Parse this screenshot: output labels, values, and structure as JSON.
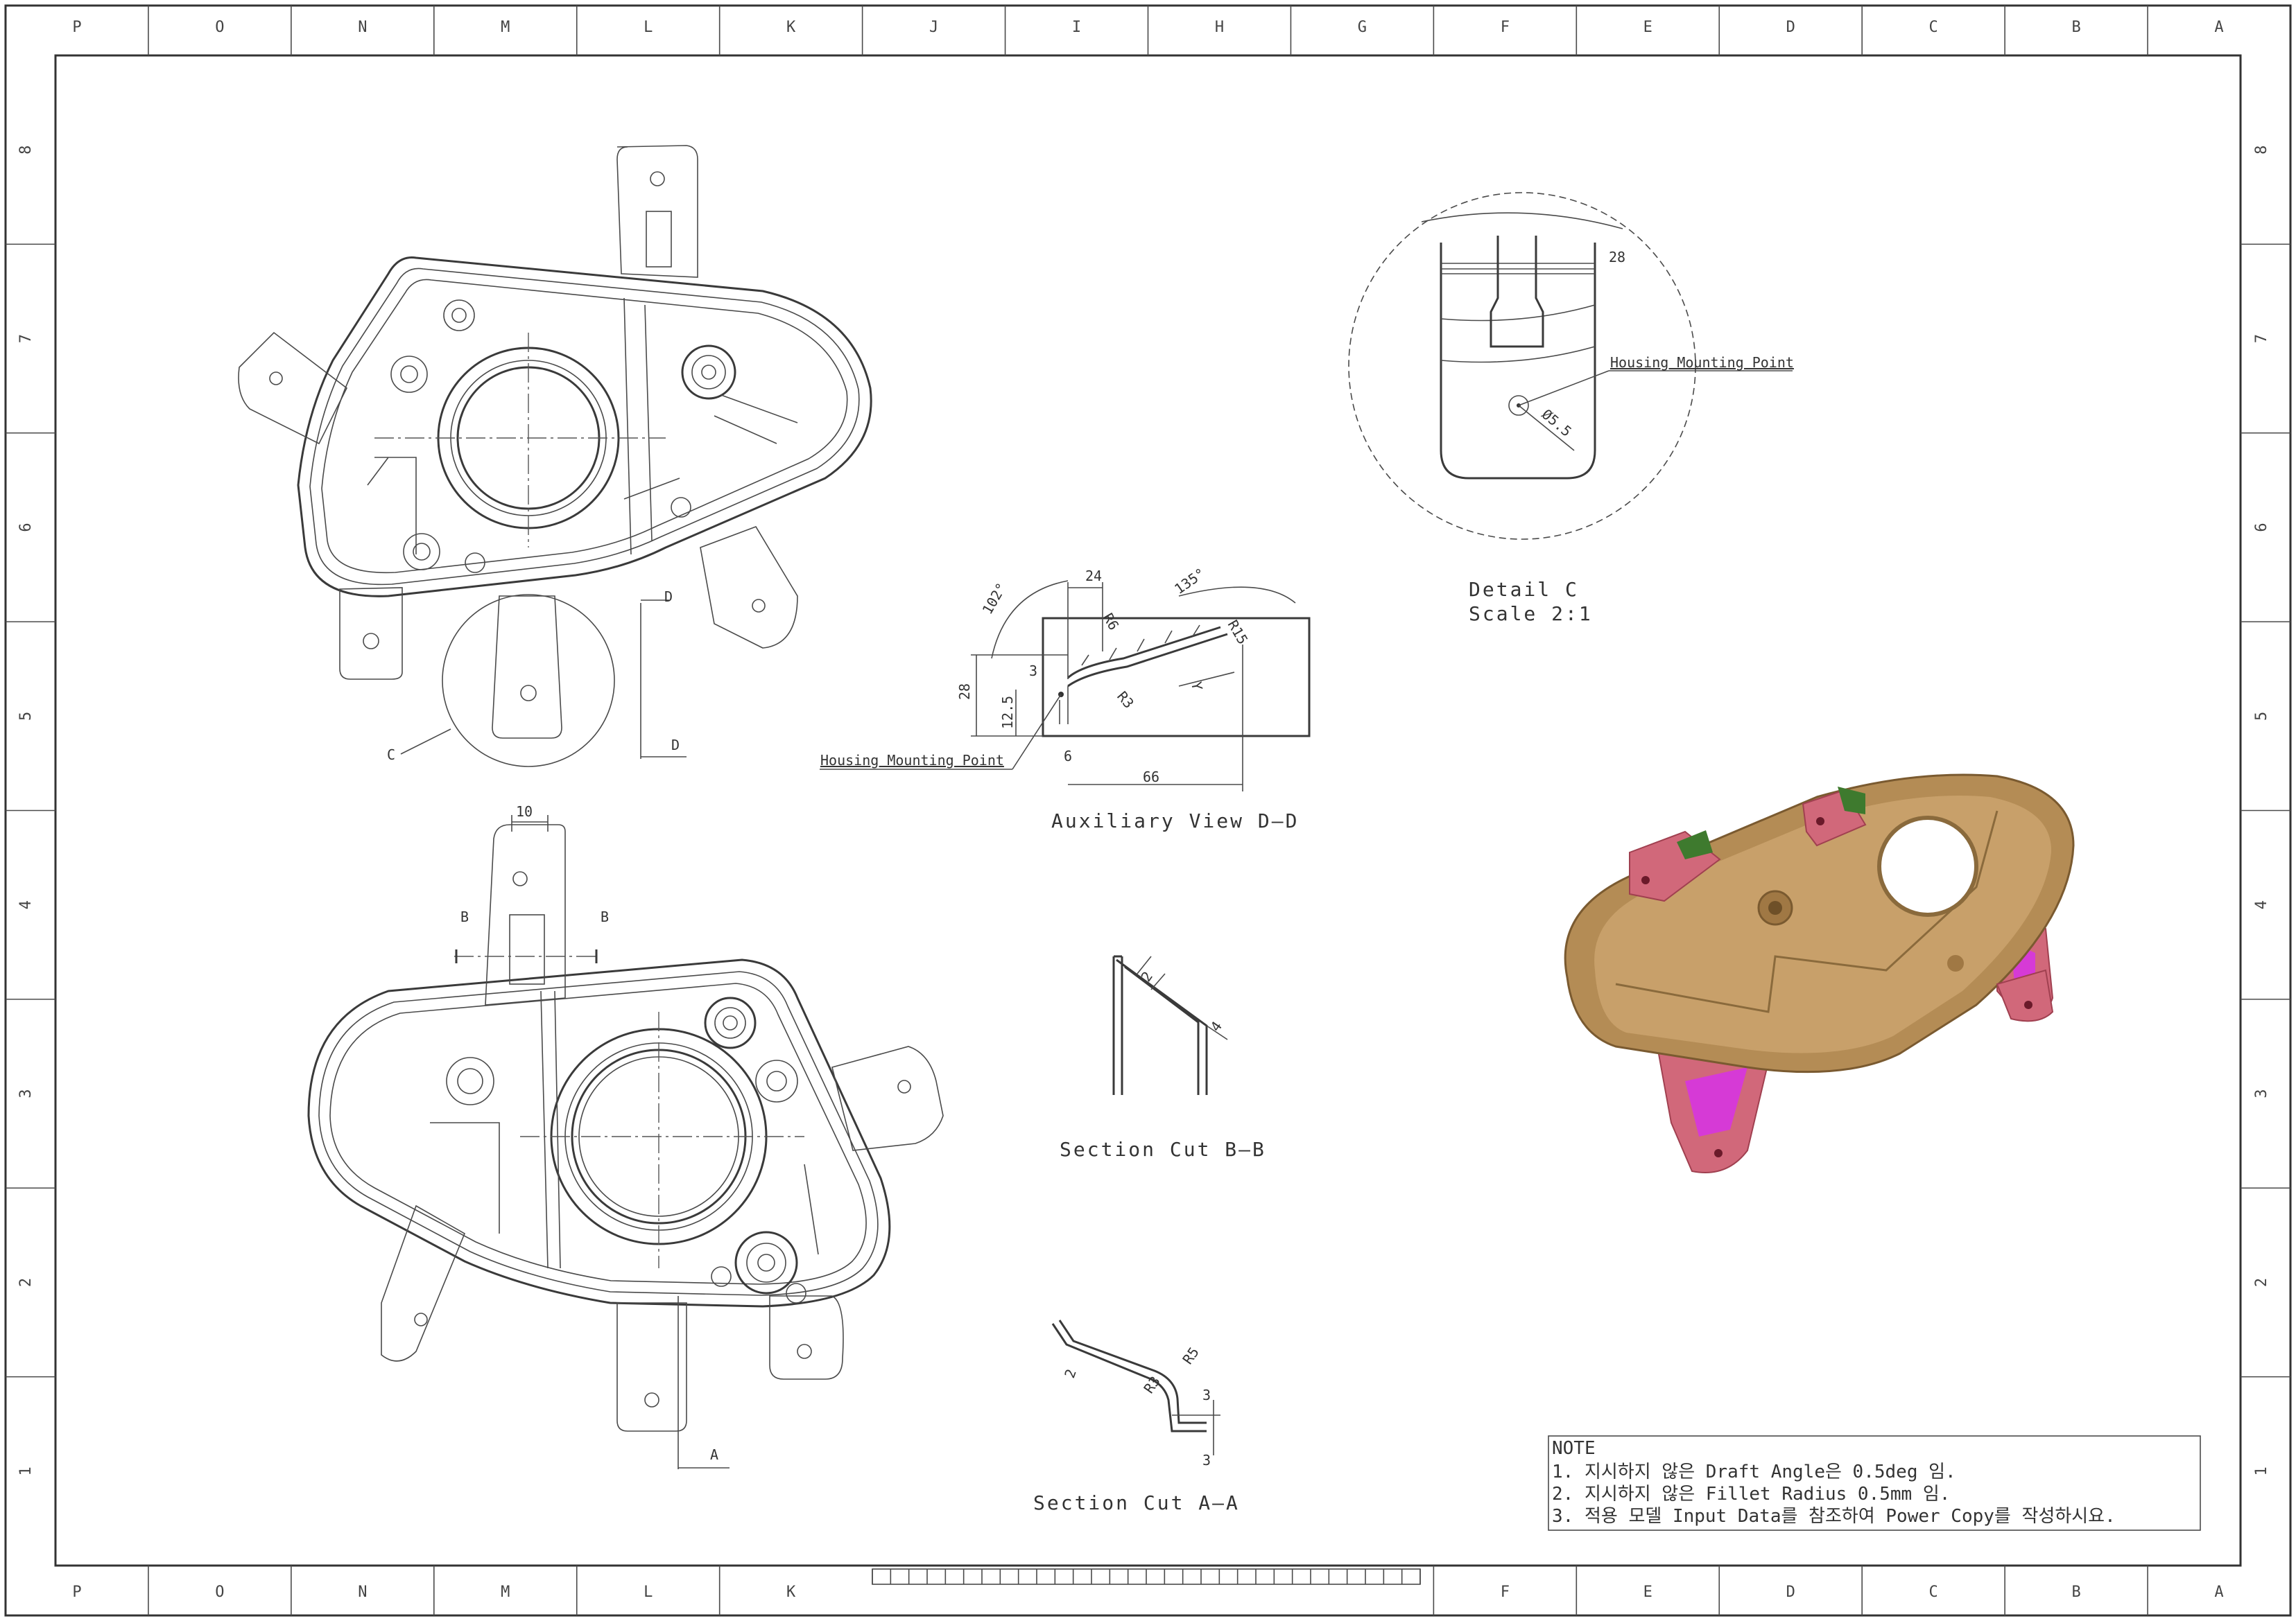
{
  "sheet": {
    "zone_letters": [
      "P",
      "O",
      "N",
      "M",
      "L",
      "K",
      "J",
      "I",
      "H",
      "G",
      "F",
      "E",
      "D",
      "C",
      "B",
      "A"
    ],
    "zone_letters_bottom": [
      "P",
      "O",
      "N",
      "M",
      "L",
      "K",
      "F",
      "E",
      "D",
      "C",
      "B",
      "A"
    ],
    "zone_numbers": [
      "8",
      "7",
      "6",
      "5",
      "4",
      "3",
      "2",
      "1"
    ]
  },
  "views": {
    "detail_c": {
      "title": "Detail C",
      "scale": "Scale 2:1",
      "dim_width": "28",
      "dim_hole": "Ø5.5",
      "leader": "Housing Mounting Point"
    },
    "aux_dd": {
      "title": "Auxiliary View D–D",
      "leader": "Housing Mounting Point",
      "dims": {
        "a": "24",
        "b": "102°",
        "c": "135°",
        "d": "R6",
        "e": "R15",
        "f": "3",
        "g": "28",
        "h": "12.5",
        "i": "R3",
        "j": "6",
        "k": "66",
        "l": "Y"
      }
    },
    "section_bb": {
      "title": "Section Cut B–B",
      "dims": [
        "2",
        "4"
      ]
    },
    "section_aa": {
      "title": "Section Cut A–A",
      "dims": [
        "2",
        "R3",
        "R5",
        "3",
        "3"
      ]
    },
    "top_view": {
      "detail_marker": "C",
      "section_marker": "D"
    },
    "bottom_view": {
      "dim_top": "10",
      "section_marker_b": "B",
      "section_marker_a": "A"
    }
  },
  "notes": {
    "heading": "NOTE",
    "lines": [
      "1. 지시하지 않은 Draft Angle은 0.5deg 임.",
      "2. 지시하지 않은 Fillet Radius 0.5mm 임.",
      "3. 적용 모델 Input Data를 참조하여 Power Copy를 작성하시요."
    ]
  },
  "colors": {
    "iso_body": "#b48c55",
    "iso_tab": "#d1687a",
    "iso_accent": "#d63ad6",
    "iso_green": "#3e7a2e"
  }
}
